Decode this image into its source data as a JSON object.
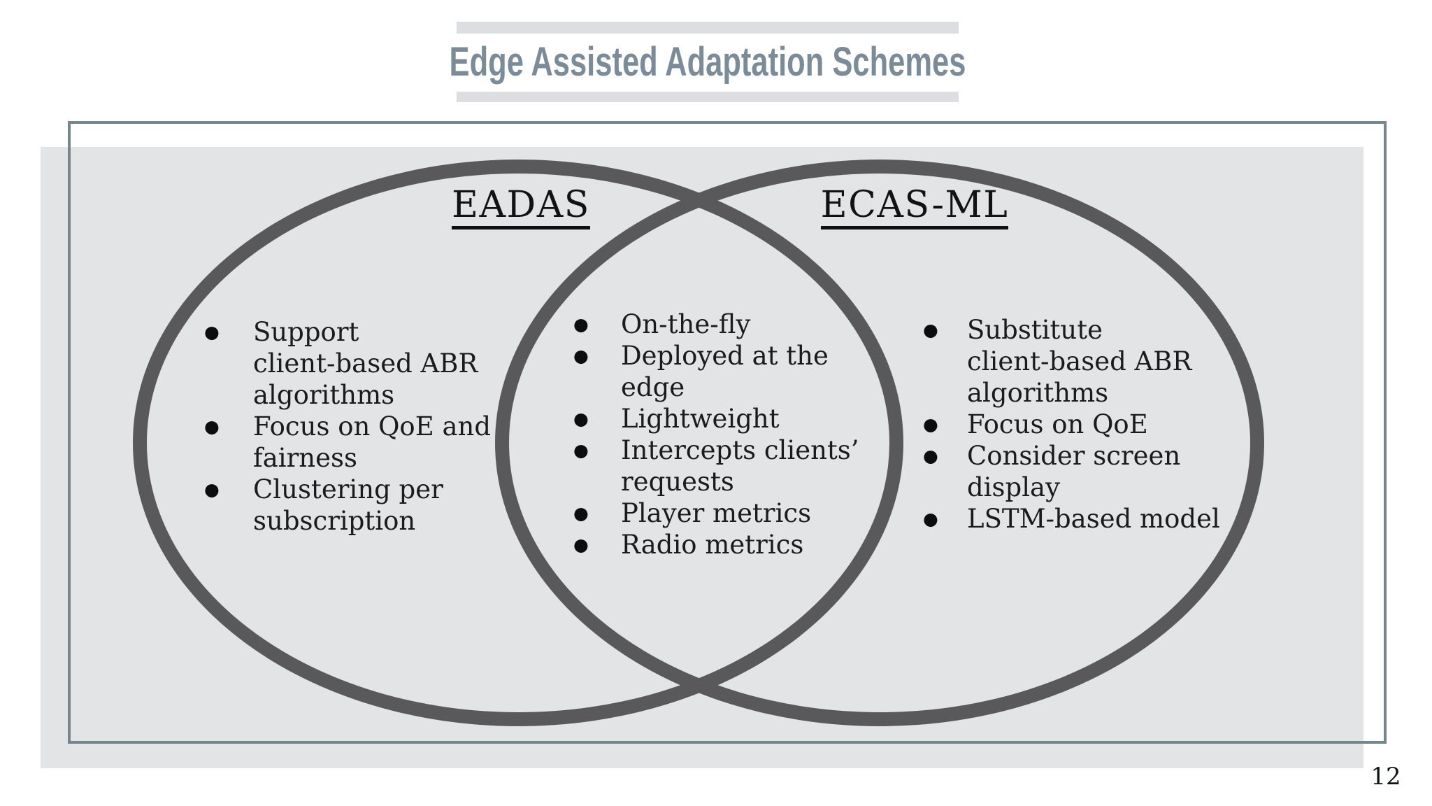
{
  "slide": {
    "title": "Edge Assisted Adaptation Schemes",
    "page_number": "12",
    "bullet_glyph": "●"
  },
  "venn": {
    "left_circle": {
      "heading": "EADAS",
      "items": [
        {
          "lines": [
            "Support",
            "client-based ABR",
            "algorithms"
          ]
        },
        {
          "lines": [
            "Focus on QoE and",
            "fairness"
          ]
        },
        {
          "lines": [
            "Clustering per",
            "subscription"
          ]
        }
      ]
    },
    "intersection": {
      "items": [
        {
          "lines": [
            "On-the-fly"
          ]
        },
        {
          "lines": [
            "Deployed at the",
            "edge"
          ]
        },
        {
          "lines": [
            "Lightweight"
          ]
        },
        {
          "lines": [
            "Intercepts clients’",
            "requests"
          ]
        },
        {
          "lines": [
            "Player metrics"
          ]
        },
        {
          "lines": [
            "Radio metrics"
          ]
        }
      ]
    },
    "right_circle": {
      "heading": "ECAS-ML",
      "items": [
        {
          "lines": [
            "Substitute",
            "client-based ABR",
            "algorithms"
          ]
        },
        {
          "lines": [
            "Focus on QoE"
          ]
        },
        {
          "lines": [
            "Consider screen",
            "display"
          ]
        },
        {
          "lines": [
            "LSTM-based model"
          ]
        }
      ]
    }
  },
  "colors": {
    "title_text": "#7b8c98",
    "title_bar": "#dcdee1",
    "panel_background": "#e2e4e6",
    "frame_border": "#75868f",
    "circle_stroke": "#59595b",
    "body_text": "#1a1b1d"
  }
}
